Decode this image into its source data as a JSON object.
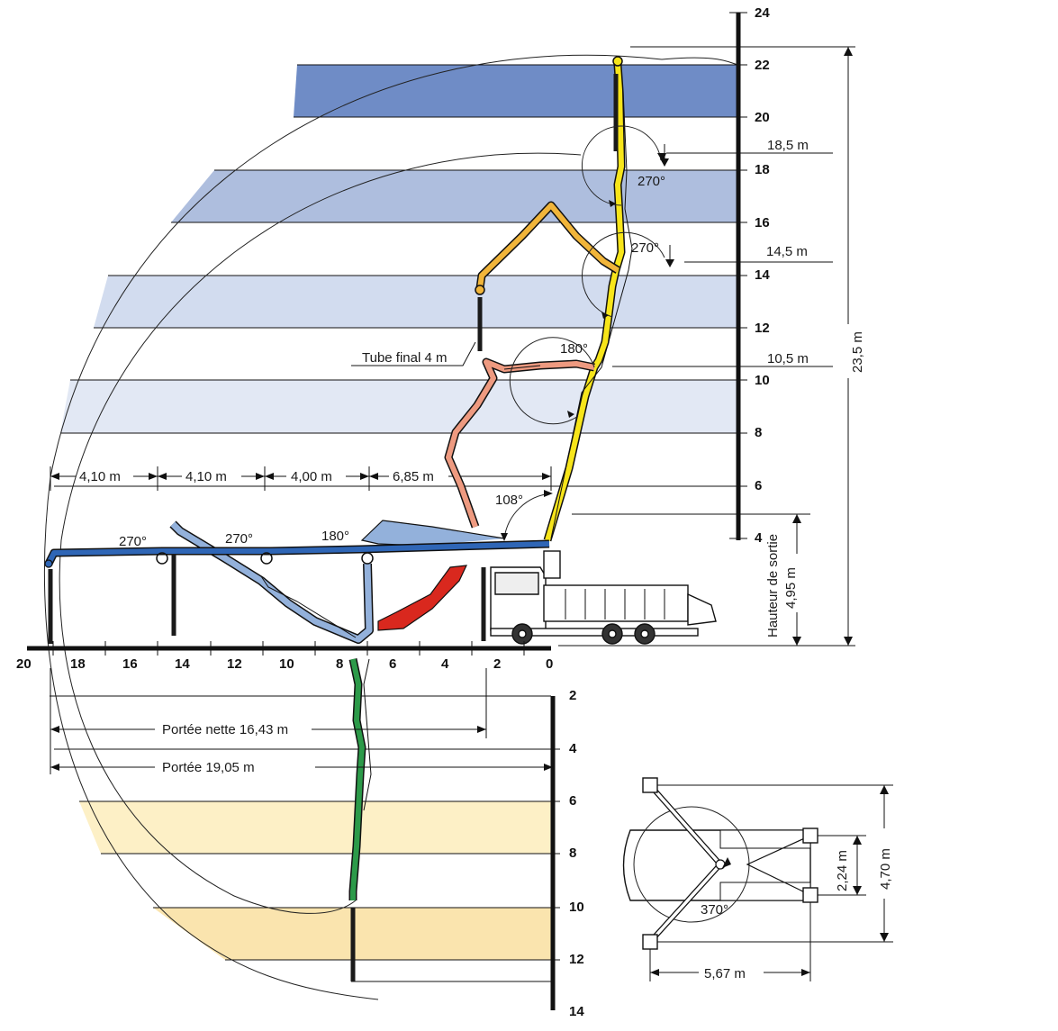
{
  "vertical_scale_ticks": [
    "24",
    "22",
    "20",
    "18",
    "16",
    "14",
    "12",
    "10",
    "8",
    "6",
    "4"
  ],
  "horizontal_scale_ticks": [
    "20",
    "18",
    "16",
    "14",
    "12",
    "10",
    "8",
    "6",
    "4",
    "2",
    "0"
  ],
  "depth_scale_ticks": [
    "2",
    "4",
    "6",
    "8",
    "10",
    "12",
    "14"
  ],
  "labels": {
    "h_18_5": "18,5 m",
    "h_14_5": "14,5 m",
    "h_10_5": "10,5 m",
    "ang_270_a": "270°",
    "ang_270_b": "270°",
    "ang_180_a": "180°",
    "ang_108": "108°",
    "ang_270_c": "270°",
    "ang_270_d": "270°",
    "ang_180_b": "180°",
    "tube_final": "Tube final 4 m",
    "total_height": "23,5 m",
    "outlet_title": "Hauteur de sortie",
    "outlet_value": "4,95 m",
    "seg_1": "4,10 m",
    "seg_2": "4,10 m",
    "seg_3": "4,00 m",
    "seg_4": "6,85 m",
    "net_reach": "Portée nette 16,43 m",
    "reach": "Portée 19,05 m",
    "rotation": "370°",
    "width_inner": "2,24 m",
    "width_outer": "4,70 m",
    "length_base": "5,67 m"
  },
  "colors": {
    "band_dark": "#6f8cc6",
    "band_mid": "#aebede",
    "band_light": "#d2dcef",
    "band_pale": "#e2e8f4",
    "band_yellow_light": "#fdf0c6",
    "band_yellow": "#fae4ae",
    "boom_yellow": "#f7e51a",
    "boom_orange": "#f1b53a",
    "boom_salmon": "#ee9a80",
    "boom_lightblue": "#93b1db",
    "boom_blue": "#2f66b6",
    "boom_red": "#d9281e",
    "boom_green": "#2c9a49",
    "hose": "#1a1a1a"
  }
}
